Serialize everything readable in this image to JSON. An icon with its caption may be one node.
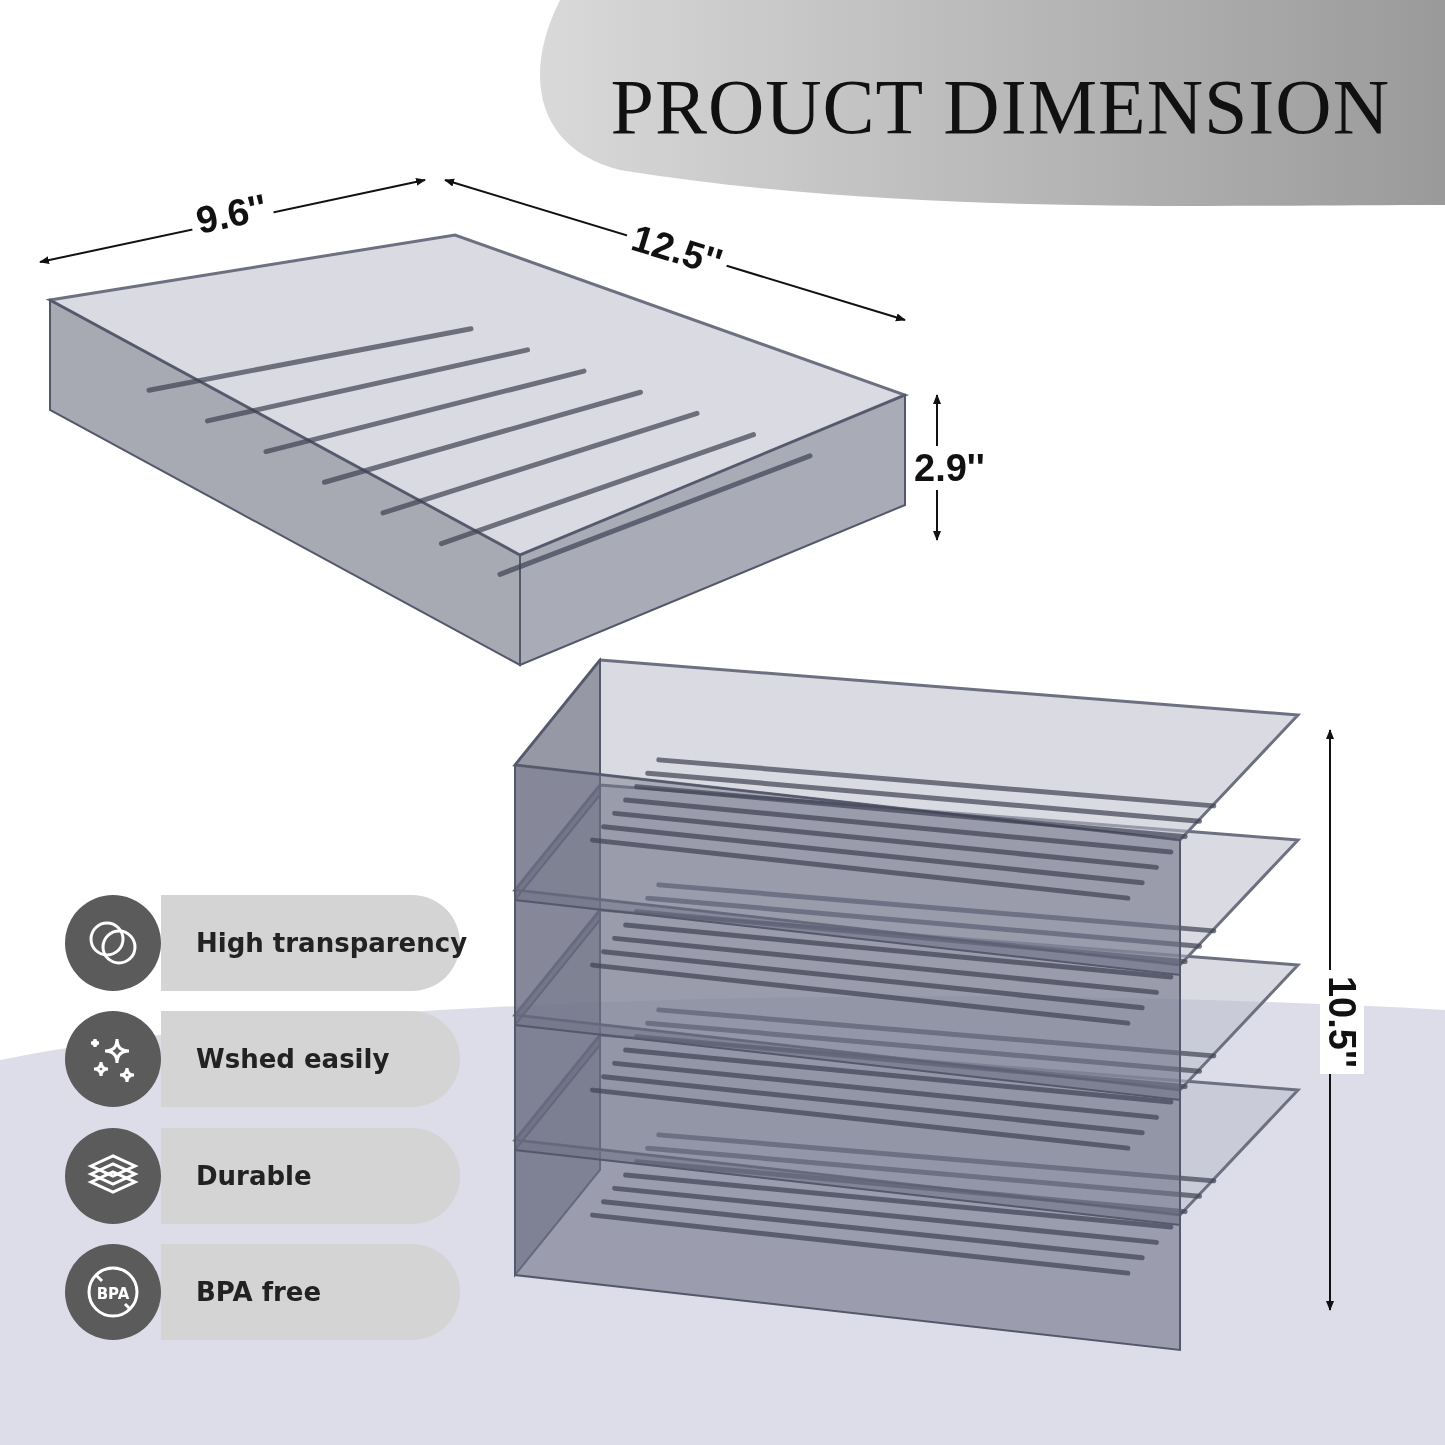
{
  "diagram": {
    "title": "PROUCT DIMENSION",
    "nodes": [
      {
        "text": [
          "High transparency"
        ]
      },
      {
        "text": [
          "Wshed easily"
        ]
      },
      {
        "text": [
          "Durable"
        ]
      },
      {
        "text": [
          "BPA free"
        ]
      }
    ],
    "labels": [
      "9.6''",
      "12.5''",
      "2.9''",
      "10.5''",
      "BPA"
    ]
  }
}
